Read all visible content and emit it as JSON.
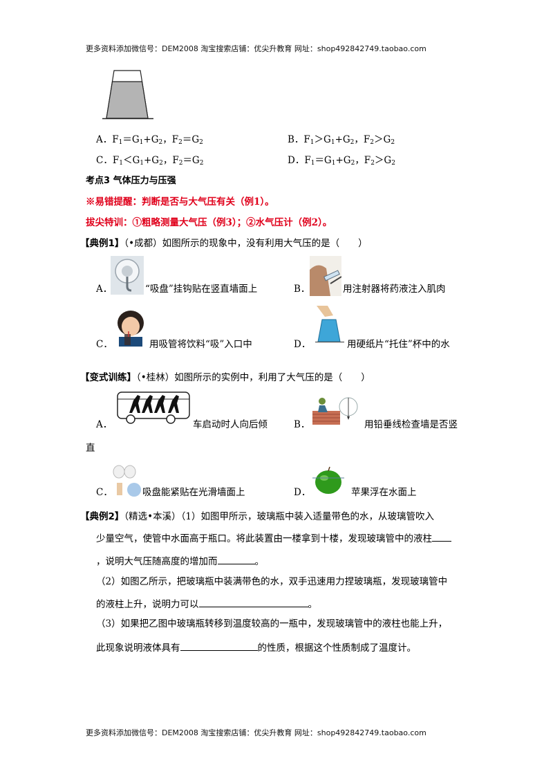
{
  "header": {
    "text": "更多资料添加微信号：DEM2008    淘宝搜索店铺：优尖升教育  网址：shop492842749.taobao.com"
  },
  "footer": {
    "text": "更多资料添加微信号：DEM2008    淘宝搜索店铺：优尖升教育  网址：shop492842749.taobao.com"
  },
  "q_prev": {
    "options": [
      {
        "letter": "A．",
        "parts": [
          "F",
          "1",
          "＝G",
          "1",
          "+G",
          "2",
          "，F",
          "2",
          "＝G",
          "2"
        ]
      },
      {
        "letter": "B．",
        "parts": [
          "F",
          "1",
          "＞G",
          "1",
          "+G",
          "2",
          "，F",
          "2",
          "＞G",
          "2"
        ]
      },
      {
        "letter": "C．",
        "parts": [
          "F",
          "1",
          "＜G",
          "1",
          "+G",
          "2",
          "，F",
          "2",
          "＝G",
          "2"
        ]
      },
      {
        "letter": "D．",
        "parts": [
          "F",
          "1",
          "＝G",
          "1",
          "+G",
          "2",
          "，F",
          "2",
          "＞G",
          "2"
        ]
      }
    ]
  },
  "section": {
    "title": "考点3   气体压力与压强",
    "tip1": "※易错提醒：判断是否与大气压有关（例1）。",
    "tip2": "拔尖特训：①粗略测量大气压（例3）；②水气压计（例2）。"
  },
  "ex1": {
    "tag": "【典例1】",
    "stem": "（•成都）如图所示的现象中，没有利用大气压的是（　　）",
    "options": [
      {
        "letter": "A．",
        "text": "“吸盘”挂钩贴在竖直墙面上"
      },
      {
        "letter": "B．",
        "text": "用注射器将药液注入肌肉"
      },
      {
        "letter": "C．",
        "text": "用吸管将饮料“吸”入口中"
      },
      {
        "letter": "D．",
        "text": "用硬纸片“托住”杯中的水"
      }
    ]
  },
  "var1": {
    "tag": "【变式训练】",
    "stem": "（•桂林）如图所示的实例中，利用了大气压的是（　　）",
    "options": [
      {
        "letter": "A．",
        "text": "车启动时人向后倾"
      },
      {
        "letter": "B．",
        "text": "用铅垂线检查墙是否竖"
      },
      {
        "letter": "",
        "text": "直"
      },
      {
        "letter": "C．",
        "text": "吸盘能紧贴在光滑墙面上"
      },
      {
        "letter": "D．",
        "text": "苹果浮在水面上"
      }
    ]
  },
  "ex2": {
    "tag": "【典例2】",
    "stem_a": "（精选•本溪）（1）如图甲所示，玻璃瓶中装入适量带色的水，从玻璃管吹入",
    "stem_b": "少量空气，使管中水面高于瓶口。将此装置由一楼拿到十楼，发现玻璃管中的液柱",
    "stem_c1": "，说明大气压随高度的增加而",
    "stem_c2": "。",
    "p2a": "（2）如图乙所示，把玻璃瓶中装满带色的水，双手迅速用力捏玻璃瓶，发现玻璃管中",
    "p2b1": "的液柱上升，说明力可以",
    "p2b2": "。",
    "p3a": "（3）如果把乙图中玻璃瓶转移到温度较高的一瓶中，发现玻璃管中的液柱也能上升，",
    "p3b1": "此现象说明液体具有",
    "p3b2": "的性质，根据这个性质制成了温度计。"
  }
}
